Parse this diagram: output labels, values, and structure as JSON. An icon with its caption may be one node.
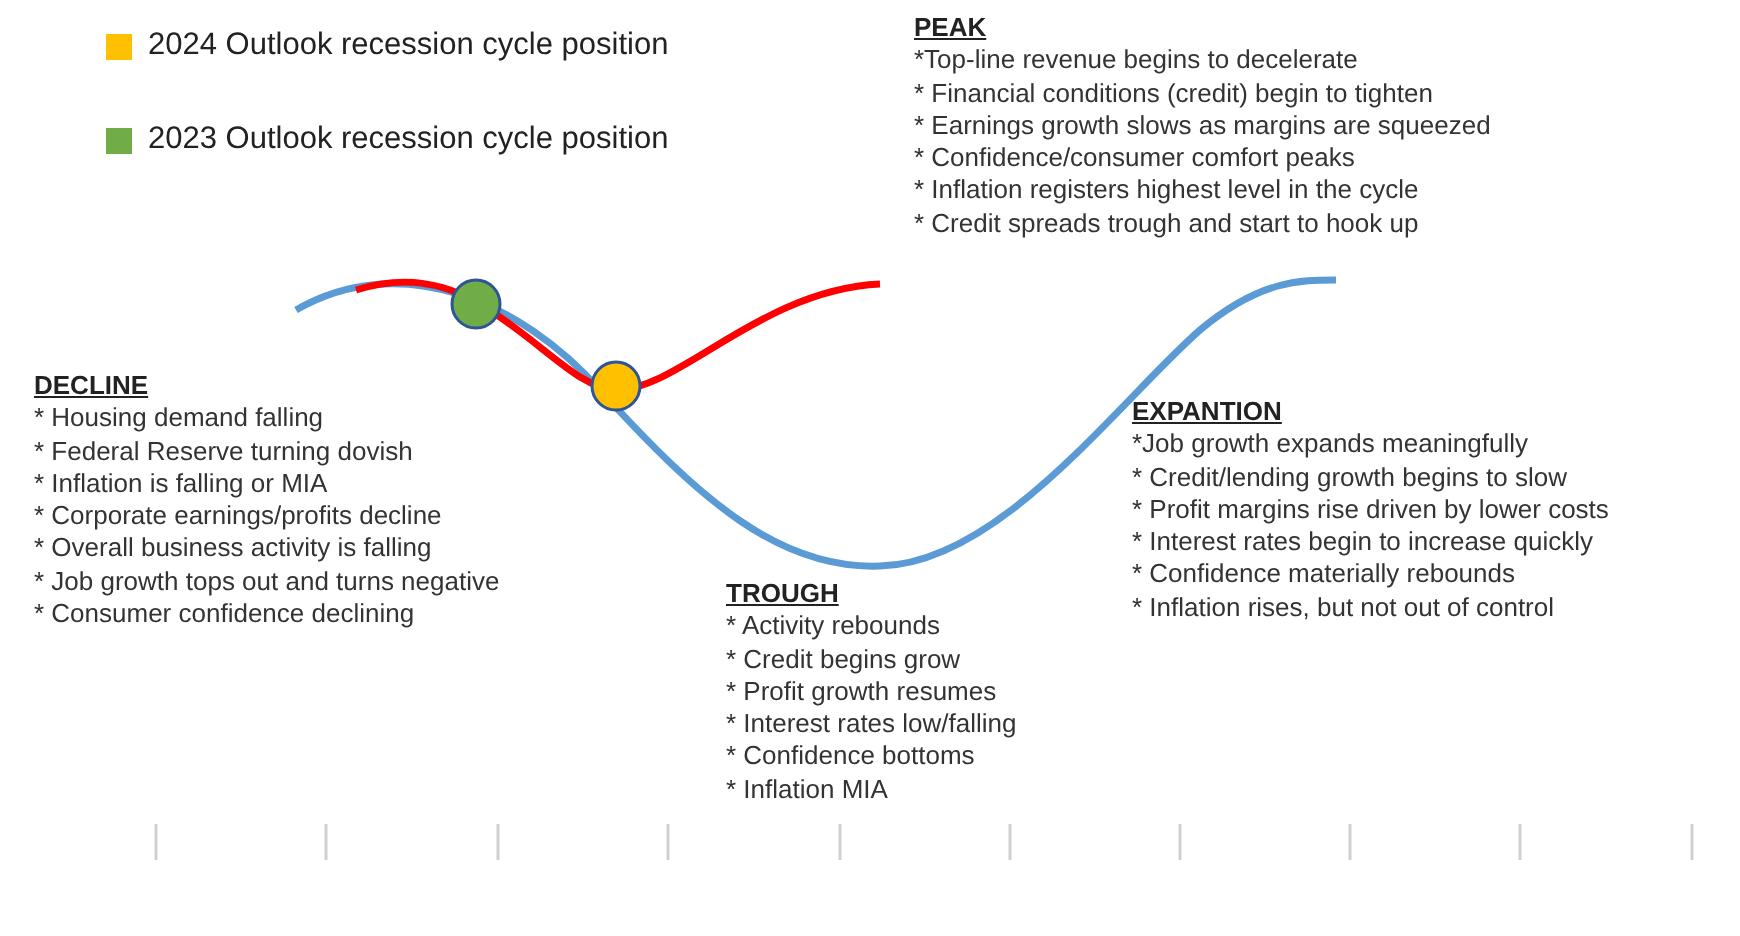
{
  "diagram": {
    "labels": [
      "PEAK",
      "*Top-line revenue begins to decelerate",
      "* Financial conditions (credit) begin to tighten",
      "* Earnings growth slows as margins are squeezed",
      "* Confidence/consumer comfort peaks",
      "* Inflation registers highest level in the cycle",
      "* Credit spreads trough and start to hook up",
      "DECLINE",
      "* Housing demand falling",
      "* Federal Reserve turning dovish",
      "* Inflation is falling or MIA",
      "* Corporate earnings/profits decline",
      "* Overall business activity is falling",
      "* Job growth tops out and turns negative",
      "* Consumer confidence declining",
      "EXPANTION",
      "*Job growth expands meaningfully",
      "* Credit/lending growth begins to slow",
      "* Profit margins rise driven by lower costs",
      "* Interest rates begin to increase quickly",
      "* Confidence materially rebounds",
      "* Inflation rises, but not out of control",
      "TROUGH",
      "* Activity rebounds",
      "* Credit begins grow",
      "* Profit growth resumes",
      "* Interest rates low/falling",
      "* Confidence bottoms",
      "* Inflation MIA"
    ],
    "legend": [
      {
        "text": "2024 Outlook recession cycle position",
        "color": "#ffc000"
      },
      {
        "text": "2023 Outlook recession cycle position",
        "color": "#70ad47"
      }
    ]
  }
}
